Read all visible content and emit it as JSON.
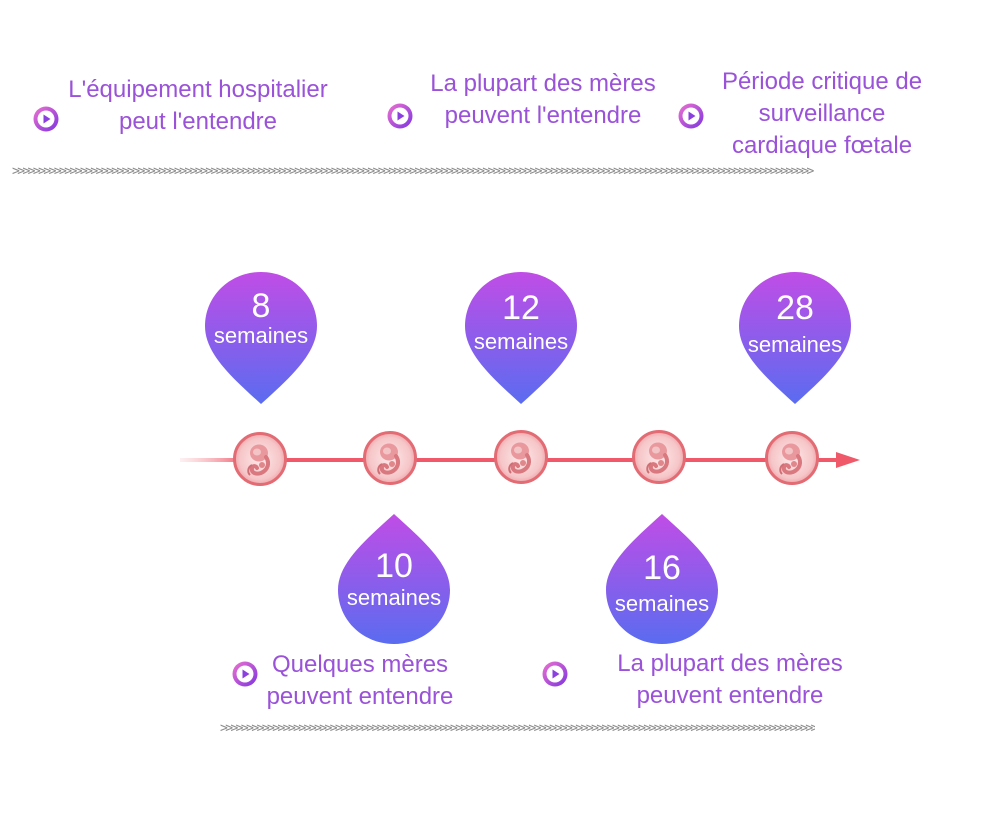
{
  "legend": {
    "item1": "L'équipement hospitalier peut l'entendre",
    "item1_line1": "L'équipement hospitalier",
    "item1_line2": "peut l'entendre",
    "item2_line1": "La plupart des mères",
    "item2_line2": "peuvent l'entendre",
    "item3_line1": "Période critique de",
    "item3_line2": "surveillance",
    "item3_line3": "cardiaque fœtale"
  },
  "separator": ">>>>>>>>>>>>>>>>>>>>>>>>>>>>>>>>>>>>>>>>>>>>>>>>>>>>>>>>>>>>>>>>>>>>>>>>>>>>>>>>>>>>>>>>>>>>>>>>>>>>>>>>>>>>>>>>>>>>>>>>>>>>>>>>>>>>>>>>>>>>>>>>>>>>>>>>>",
  "milestones": {
    "w8": {
      "number": "8",
      "unit": "semaines"
    },
    "w10": {
      "number": "10",
      "unit": "semaines"
    },
    "w12": {
      "number": "12",
      "unit": "semaines"
    },
    "w16": {
      "number": "16",
      "unit": "semaines"
    },
    "w28": {
      "number": "28",
      "unit": "semaines"
    }
  },
  "bottom_labels": {
    "w10_line1": "Quelques mères",
    "w10_line2": "peuvent entendre",
    "w16_line1": "La plupart des mères",
    "w16_line2": "peuvent entendre"
  },
  "colors": {
    "text_purple": "#9a52d8",
    "drop_top": "#c04de6",
    "drop_bottom": "#5a6cf0",
    "timeline": "#f0596a",
    "icon_purple": "#8b3fe0",
    "icon_pink": "#e86ad1"
  }
}
